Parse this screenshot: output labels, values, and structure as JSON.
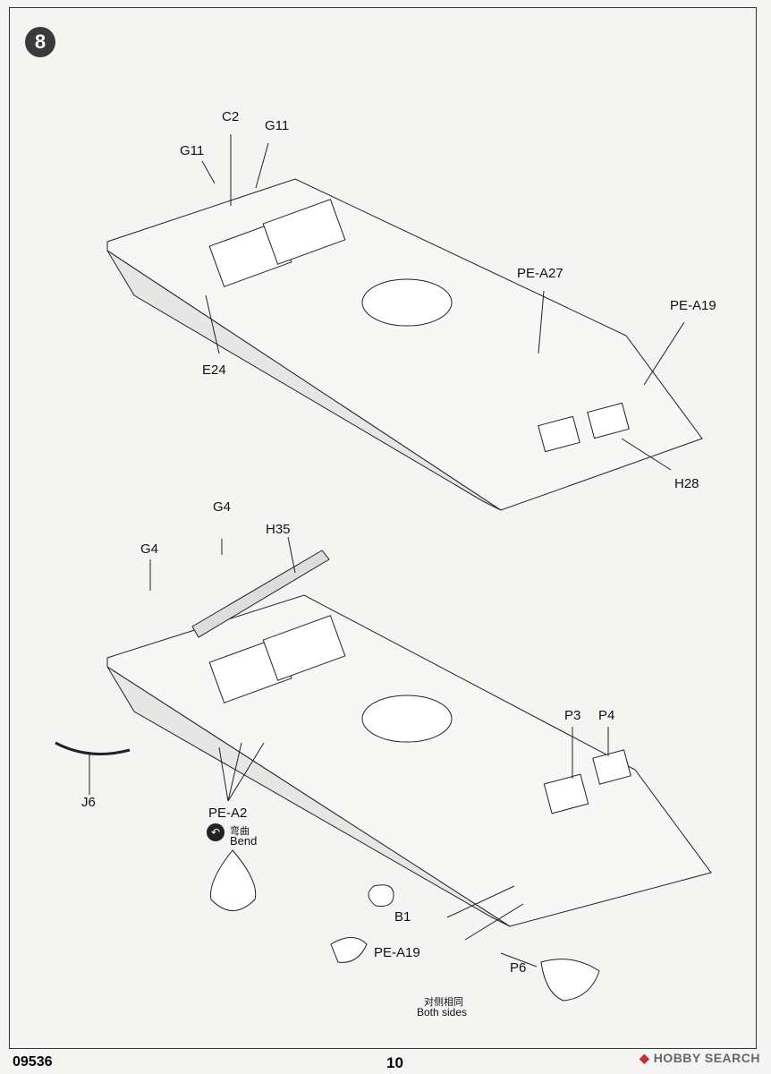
{
  "step_number": "8",
  "labels": {
    "c2": "C2",
    "g11_left": "G11",
    "g11_right": "G11",
    "e24": "E24",
    "pe_a27": "PE-A27",
    "pe_a19_top": "PE-A19",
    "h28": "H28",
    "g4_top": "G4",
    "g4_left": "G4",
    "h35": "H35",
    "j6": "J6",
    "pe_a2": "PE-A2",
    "bend_cn": "弯曲",
    "bend_en": "Bend",
    "p3": "P3",
    "p4": "P4",
    "b1": "B1",
    "pe_a19_bottom": "PE-A19",
    "p6": "P6",
    "both_sides_cn": "对侧相同",
    "both_sides_en": "Both sides"
  },
  "footer": {
    "kit_code": "09536",
    "page_number": "10",
    "watermark": "HOBBY SEARCH"
  },
  "icons": [
    "bend-icon",
    "watermark-logo-icon"
  ]
}
